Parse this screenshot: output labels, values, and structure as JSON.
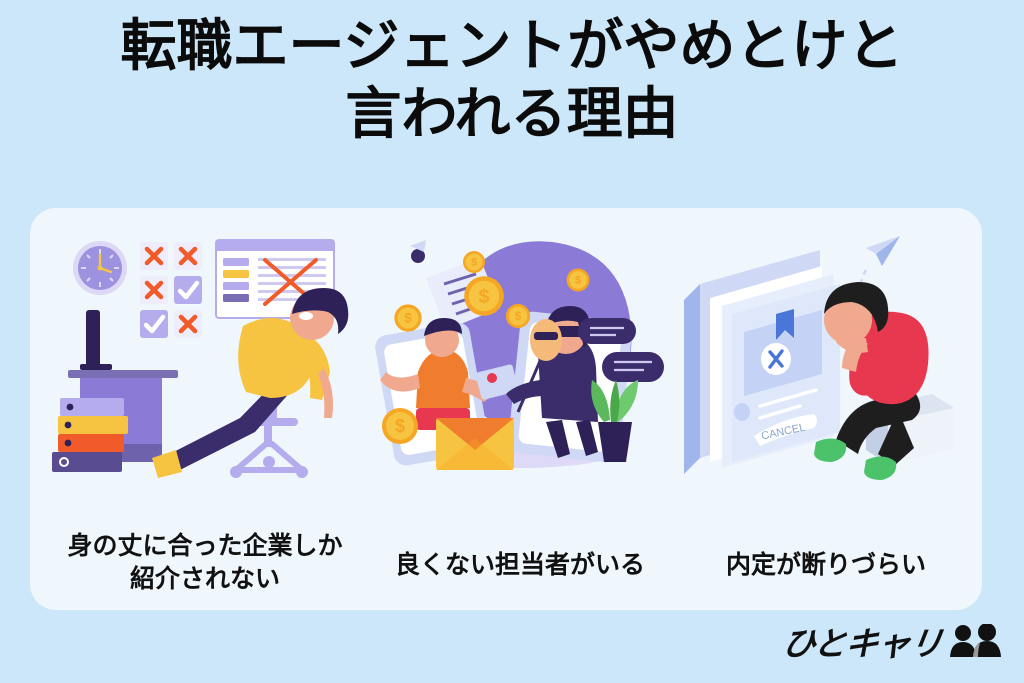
{
  "theme": {
    "page_background": "#cce7f9",
    "card_background": "#eff6fc",
    "title_color": "#0b0b0b",
    "caption_color": "#111111",
    "accent_purple": "#8b7ad6",
    "accent_orange": "#f15a29",
    "accent_yellow": "#f7c441",
    "accent_red": "#e8384f",
    "accent_green": "#4cc26a",
    "accent_blue": "#5b8def",
    "dark_navy": "#2e2157"
  },
  "header": {
    "title_lines": [
      "転職エージェントがやめとけと",
      "言われる理由"
    ]
  },
  "card": {
    "panels": [
      {
        "id": "panel-1",
        "caption_lines": [
          "身の丈に合った企業しか",
          "紹介されない"
        ],
        "illustration": {
          "name": "tired-worker-at-desk",
          "elements": [
            "wall-clock",
            "checkbox-grid-x-and-check",
            "document-window-with-red-x",
            "desktop-monitor",
            "desk",
            "binder-stack",
            "leaning-back-person-on-office-chair"
          ],
          "checkbox_grid": [
            "x",
            "x",
            "x",
            "check",
            "check",
            "x"
          ]
        }
      },
      {
        "id": "panel-2",
        "caption_lines": [
          "良くない担当者がいる"
        ],
        "illustration": {
          "name": "phone-scam-bad-agent",
          "elements": [
            "smartphone-left",
            "smartphone-right",
            "victim-person-orange-shirt",
            "masked-thief-with-mask-on-stick",
            "dollar-coins",
            "envelope",
            "document-sheet",
            "chat-bubbles",
            "potted-plant"
          ],
          "coin_symbol": "$",
          "coin_count": 6
        }
      },
      {
        "id": "panel-3",
        "caption_lines": [
          "内定が断りづらい"
        ],
        "illustration": {
          "name": "job-offer-cancel-regret",
          "elements": [
            "isometric-phone-card",
            "bookmark-flag-with-x",
            "cancel-button",
            "paper-plane",
            "sitting-dejected-person-red-shirt",
            "concrete-block-seat"
          ],
          "screen_button_label": "CANCEL"
        }
      }
    ]
  },
  "logo": {
    "text": "ひとキャリ",
    "mark": "two-people-icon"
  }
}
